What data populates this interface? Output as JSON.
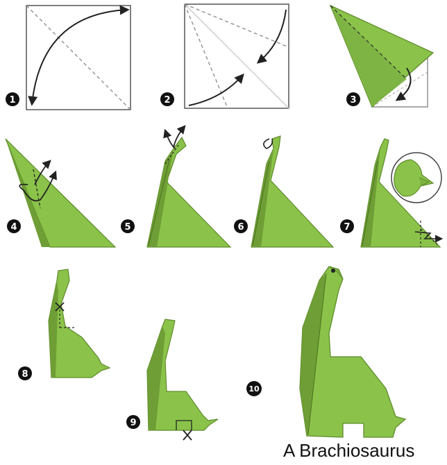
{
  "colors": {
    "paper_green": "#8bc34a",
    "paper_dark": "#5d8a2a",
    "white": "#ffffff",
    "line": "#222222",
    "crease": "#888888",
    "badge": "#111111"
  },
  "steps": [
    {
      "number": "1",
      "icon": "square-with-diagonal-and-fold-arrow"
    },
    {
      "number": "2",
      "icon": "square-with-folds-toward-diagonal"
    },
    {
      "number": "3",
      "icon": "kite-fold-back-arrow"
    },
    {
      "number": "4",
      "icon": "inside-reverse-fold-neck"
    },
    {
      "number": "5",
      "icon": "inside-reverse-fold-head"
    },
    {
      "number": "6",
      "icon": "fold-head-tip"
    },
    {
      "number": "7",
      "icon": "tail-fold-with-detail-circle"
    },
    {
      "number": "8",
      "icon": "crimp-body"
    },
    {
      "number": "9",
      "icon": "cut-legs"
    },
    {
      "number": "10",
      "icon": "finished-brachiosaurus"
    }
  ],
  "caption": "A Brachiosaurus"
}
